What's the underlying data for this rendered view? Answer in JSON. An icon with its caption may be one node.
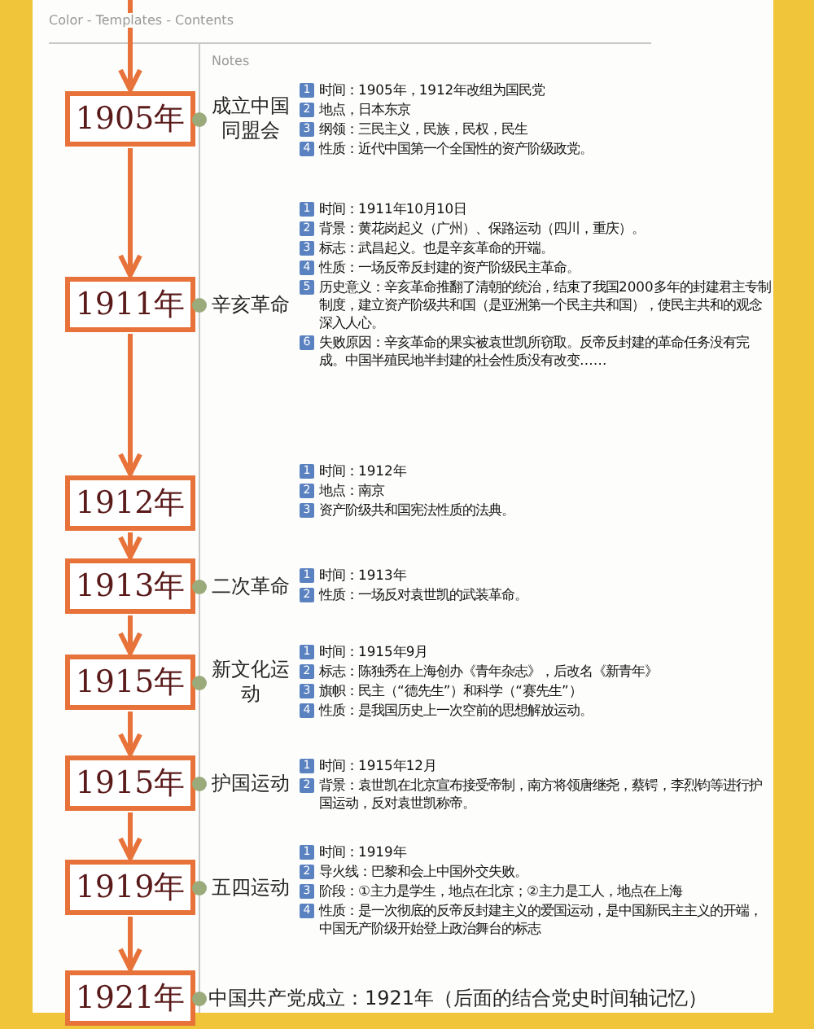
{
  "diagram": {
    "nodes": [
      {
        "text": [
          "1905年"
        ],
        "beside": [
          "成立中国同盟会",
          "1",
          "时间：1905年，1912年改组为国民党",
          "2",
          "地点，日本东京",
          "3",
          "纲领：三民主义，民族，民权，民生",
          "4",
          "性质：近代中国第一个全国性的资产阶级政党。"
        ]
      },
      {
        "text": [
          "1911年"
        ],
        "beside": [
          "辛亥革命",
          "1",
          "时间：1911年10月10日",
          "2",
          "背景：黄花岗起义（广州）、保路运动（四川，重庆）。",
          "3",
          "标志：武昌起义。也是辛亥革命的开端。",
          "4",
          "性质：一场反帝反封建的资产阶级民主革命。",
          "5",
          "历史意义：辛亥革命推翻了清朝的统治，结束了我国2000多年的封建君主专制制度，建立资产阶级共和国（是亚洲第一个民主共和国），使民主共和的观念深入人心。",
          "6",
          "失败原因：辛亥革命的果实被袁世凯所窃取。反帝反封建的革命任务没有完成。中国半殖民地半封建的社会性质没有改变……"
        ]
      },
      {
        "text": [
          "1912年"
        ],
        "beside": [
          "1",
          "时间：1912年",
          "2",
          "地点：南京",
          "3",
          "资产阶级共和国宪法性质的法典。"
        ]
      },
      {
        "text": [
          "1913年"
        ],
        "beside": [
          "二次革命",
          "1",
          "时间：1913年",
          "2",
          "性质：一场反对袁世凯的武装革命。"
        ]
      },
      {
        "text": [
          "1915年"
        ],
        "beside": [
          "新文化运动",
          "1",
          "时间：1915年9月",
          "2",
          "标志：陈独秀在上海创办《青年杂志》，后改名《新青年》",
          "3",
          "旗帜：民主（“德先生”）和科学（“赛先生”）",
          "4",
          "性质：是我国历史上一次空前的思想解放运动。"
        ]
      },
      {
        "text": [
          "1915年"
        ],
        "beside": [
          "护国运动",
          "1",
          "时间：1915年12月",
          "2",
          "背景：袁世凯在北京宣布接受帝制，南方将领唐继尧，蔡锷，李烈钧等进行护国运动，反对袁世凯称帝。"
        ]
      },
      {
        "text": [
          "1919年"
        ],
        "beside": [
          "五四运动",
          "1",
          "时间：1919年",
          "2",
          "导火线：巴黎和会上中国外交失败。",
          "3",
          "阶段：①主力是学生，地点在北京；②主力是工人，地点在上海",
          "4",
          "性质：是一次彻底的反帝反封建主义的爱国运动，是中国新民主主义的开端，中国无产阶级开始登上政治舞台的标志"
        ]
      },
      {
        "text": [
          "1921年"
        ],
        "beside": [
          "中国共产党成立：1921年（后面的结合党史时间轴记忆）"
        ]
      }
    ],
    "edges": [
      {
        "from": null,
        "to": 0,
        "arrow": "to"
      },
      {
        "from": 0,
        "to": 1,
        "arrow": "to"
      },
      {
        "from": 1,
        "to": 2,
        "arrow": "to"
      },
      {
        "from": 2,
        "to": 3,
        "arrow": "to"
      },
      {
        "from": 3,
        "to": 4,
        "arrow": "to"
      },
      {
        "from": 4,
        "to": 5,
        "arrow": "to"
      },
      {
        "from": 5,
        "to": 6,
        "arrow": "to"
      },
      {
        "from": 6,
        "to": 7,
        "arrow": "to"
      }
    ],
    "labels": [
      "Color - Templates - Contents",
      "Notes"
    ]
  }
}
